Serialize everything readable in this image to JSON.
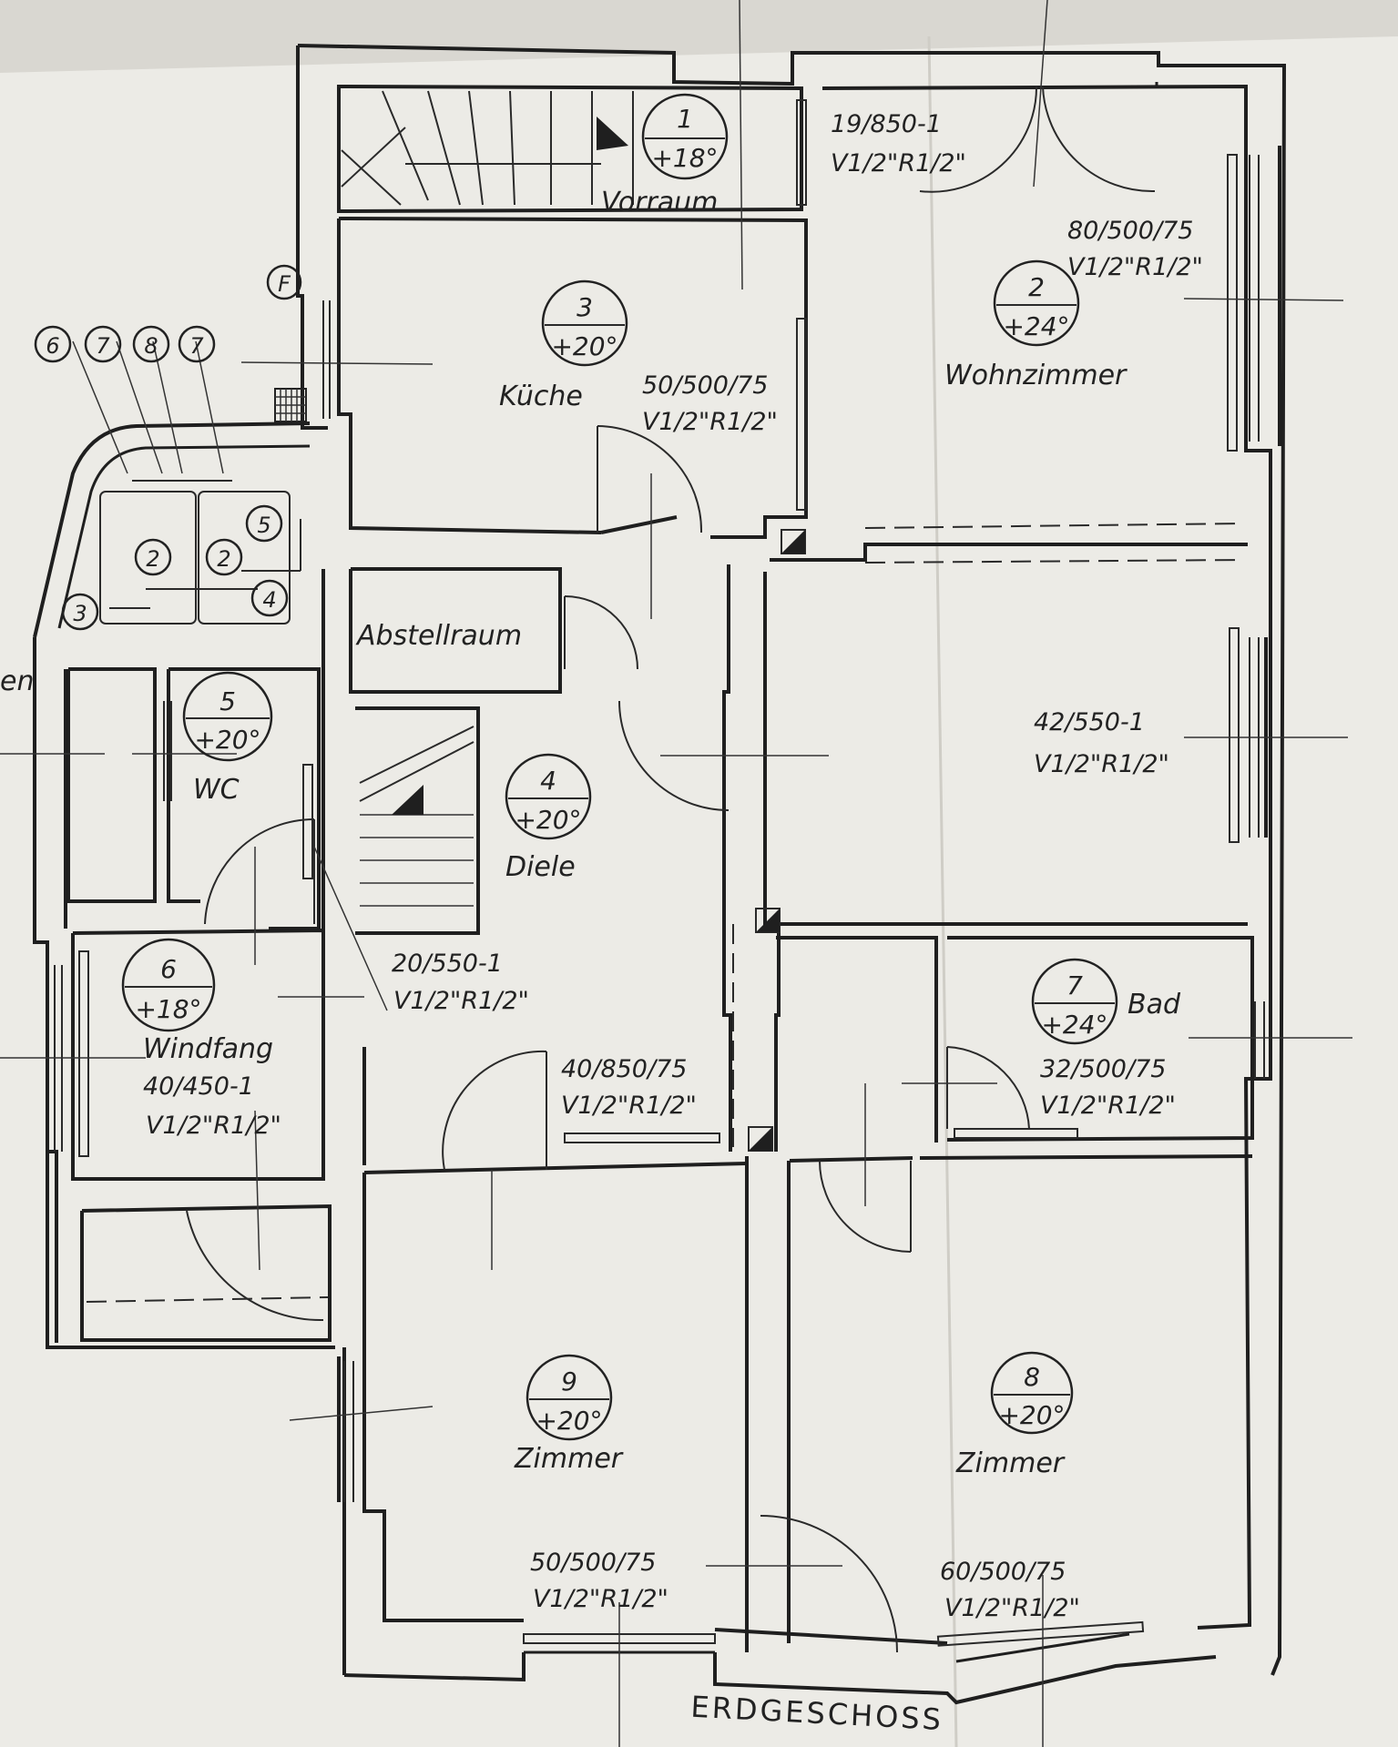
{
  "plan": {
    "floor_label": "ERDGESCHOSS",
    "edge_fragment": "en",
    "rooms": [
      {
        "number": "1",
        "temp": "+18°",
        "name": "Vorraum"
      },
      {
        "number": "2",
        "temp": "+24°",
        "name": "Wohnzimmer"
      },
      {
        "number": "3",
        "temp": "+20°",
        "name": "Küche"
      },
      {
        "number": "4",
        "temp": "+20°",
        "name": "Diele"
      },
      {
        "number": "5",
        "temp": "+20°",
        "name": "WC"
      },
      {
        "number": "6",
        "temp": "+18°",
        "name": "Windfang"
      },
      {
        "number": "7",
        "temp": "+24°",
        "name": "Bad"
      },
      {
        "number": "8",
        "temp": "+20°",
        "name": "Zimmer"
      },
      {
        "number": "9",
        "temp": "+20°",
        "name": "Zimmer"
      }
    ],
    "storage_label": "Abstellraum",
    "radiators": [
      {
        "spec": "19/850-1",
        "pipe": "V1/2\"R1/2\""
      },
      {
        "spec": "80/500/75",
        "pipe": "V1/2\"R1/2\""
      },
      {
        "spec": "50/500/75",
        "pipe": "V1/2\"R1/2\""
      },
      {
        "spec": "42/550-1",
        "pipe": "V1/2\"R1/2\""
      },
      {
        "spec": "20/550-1",
        "pipe": "V1/2\"R1/2\""
      },
      {
        "spec": "40/450-1",
        "pipe": "V1/2\"R1/2\""
      },
      {
        "spec": "40/850/75",
        "pipe": "V1/2\"R1/2\""
      },
      {
        "spec": "32/500/75",
        "pipe": "V1/2\"R1/2\""
      },
      {
        "spec": "50/500/75",
        "pipe": "V1/2\"R1/2\""
      },
      {
        "spec": "60/500/75",
        "pipe": "V1/2\"R1/2\""
      }
    ],
    "boiler_markers": [
      "6",
      "7",
      "8",
      "7",
      "2",
      "2",
      "5",
      "4",
      "3"
    ],
    "f_marker": "F"
  }
}
